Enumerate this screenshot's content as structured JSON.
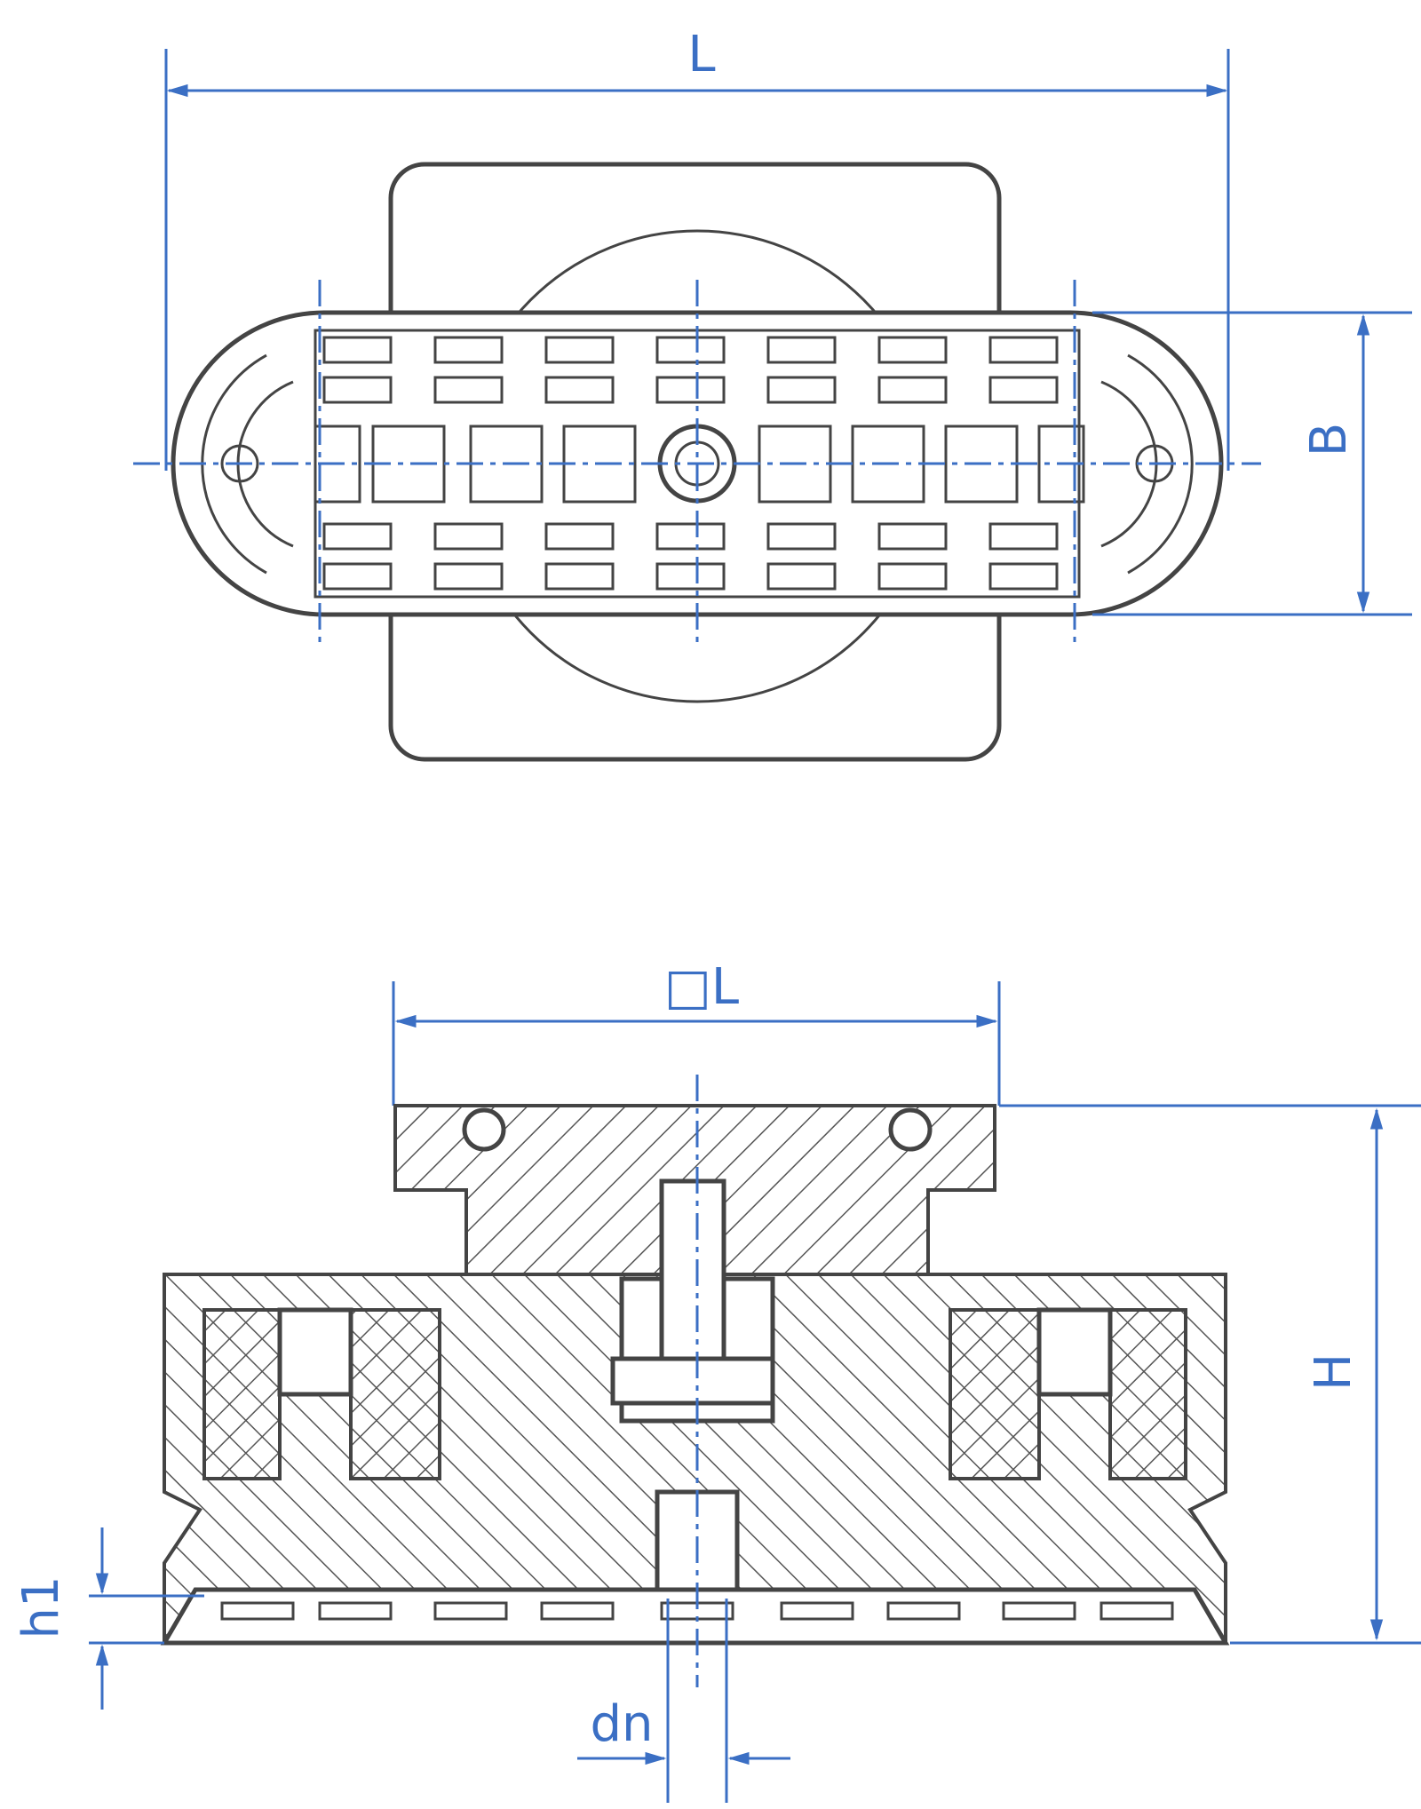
{
  "diagram": {
    "type": "technical-drawing",
    "subject": "oval vacuum suction cup with mounting plate",
    "views": [
      {
        "name": "top-view"
      },
      {
        "name": "section-view"
      }
    ],
    "colors": {
      "dimension": "#3b6fc4",
      "outline": "#444444",
      "background": "#ffffff"
    },
    "dimensions": {
      "top_length": "L",
      "top_width": "B",
      "plate_square": "□L",
      "height": "H",
      "lip_height": "h1",
      "nozzle_diameter": "dn"
    }
  }
}
